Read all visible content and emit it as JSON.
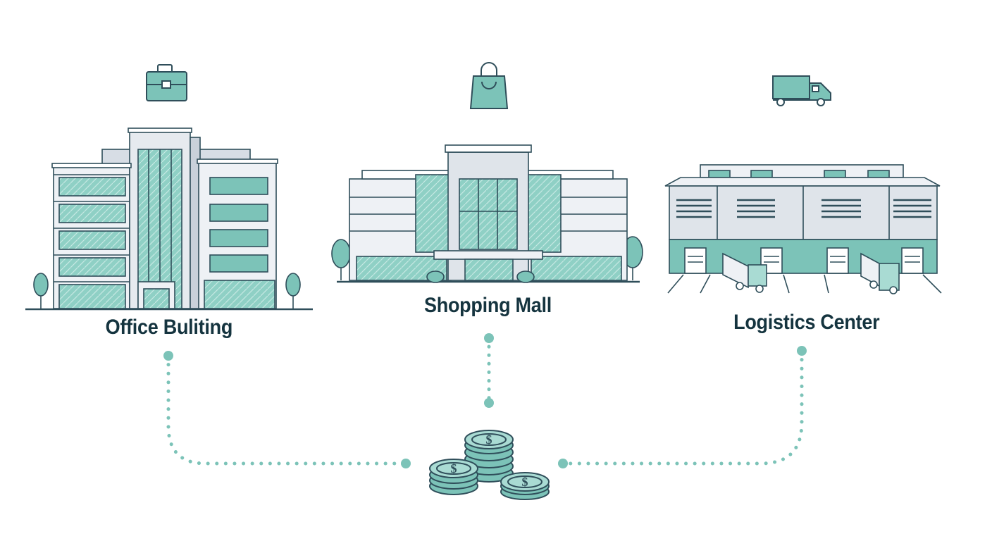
{
  "colors": {
    "teal": "#6dbfb2",
    "teal_light": "#a9dbd3",
    "teal_pale": "#d6eeea",
    "ink": "#2f4e5a",
    "grey": "#dfe4ea",
    "label": "#15343f",
    "dot": "#7cc3b8"
  },
  "nodes": [
    {
      "id": "office",
      "label": "Office Buliting",
      "icon": "briefcase-icon"
    },
    {
      "id": "mall",
      "label": "Shopping Mall",
      "icon": "shopping-bag-icon"
    },
    {
      "id": "logistics",
      "label": "Logistics Center",
      "icon": "truck-icon"
    }
  ],
  "center": {
    "icon": "coin-stack-icon",
    "symbol": "$"
  }
}
